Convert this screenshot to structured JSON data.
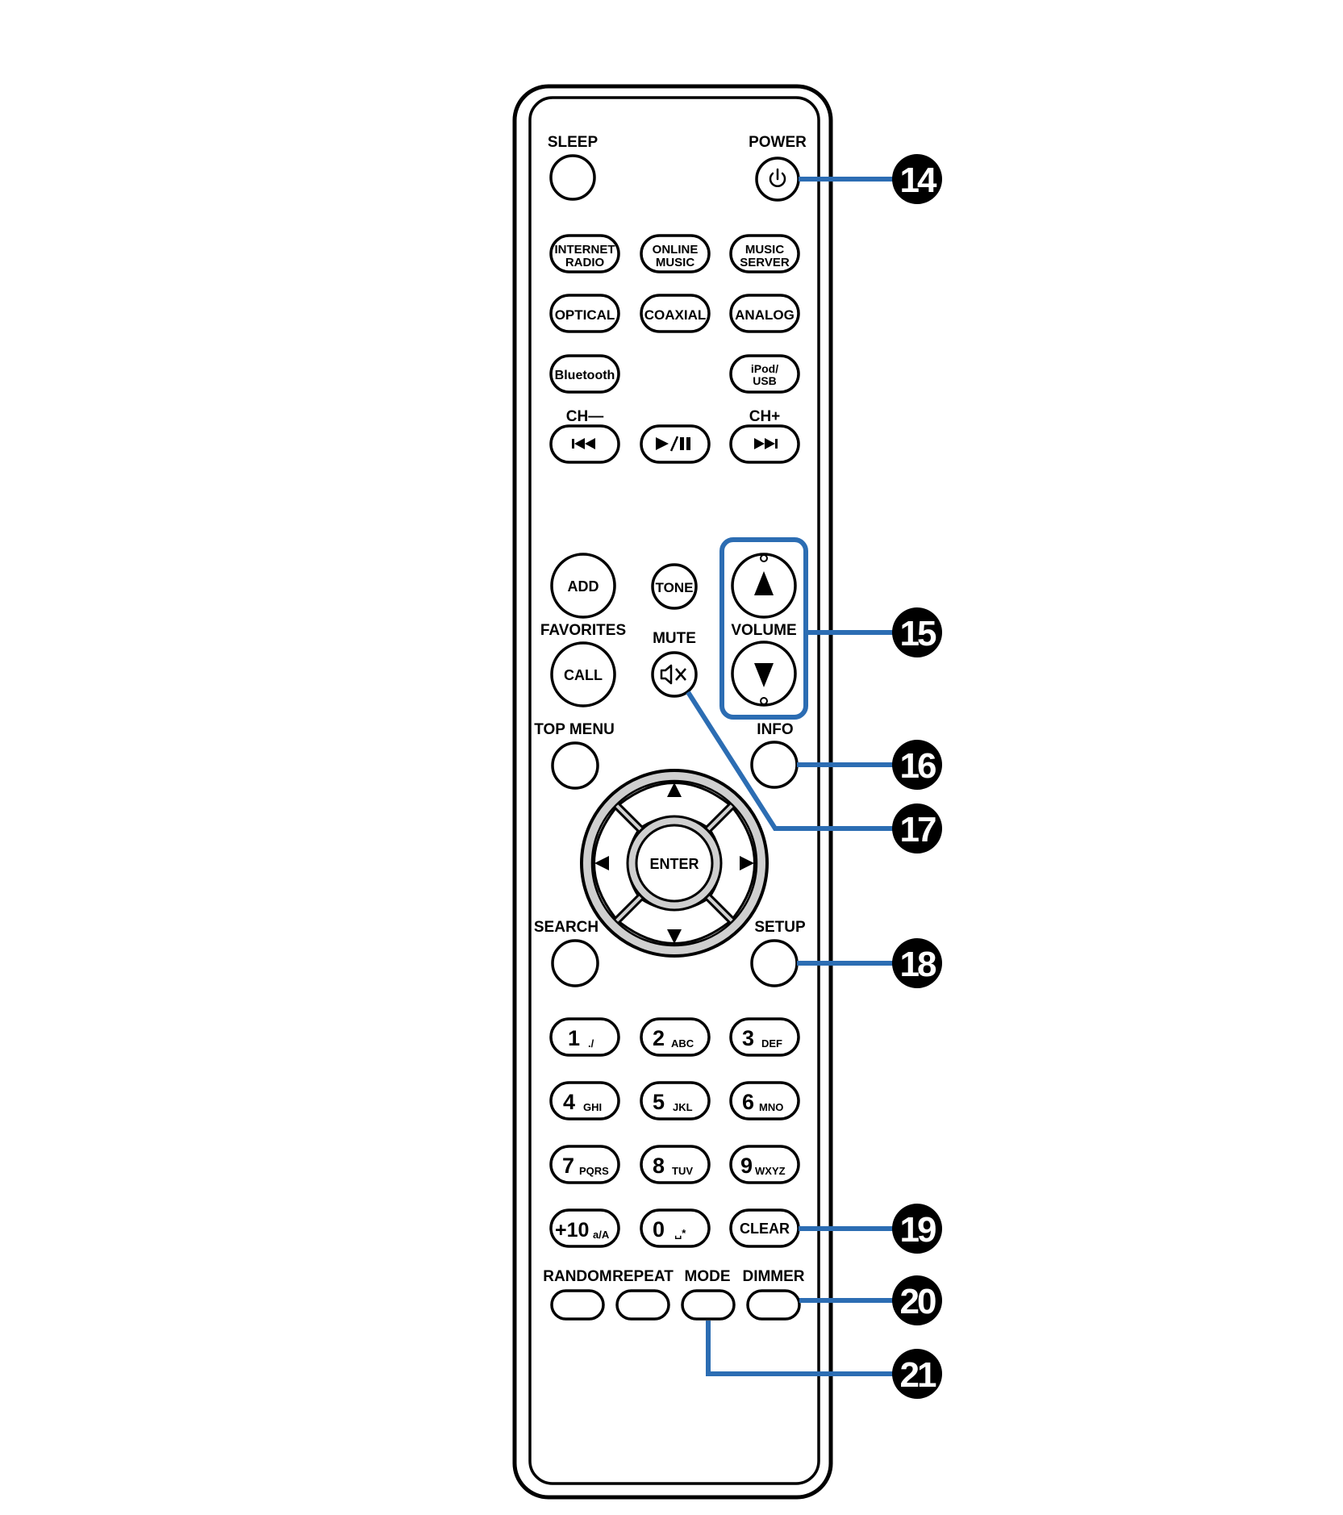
{
  "remote": {
    "top": {
      "sleep": "SLEEP",
      "power": "POWER",
      "power_icon": "power-icon"
    },
    "sources": [
      [
        "INTERNET",
        "RADIO"
      ],
      [
        "ONLINE",
        "MUSIC"
      ],
      [
        "MUSIC",
        "SERVER"
      ],
      [
        "OPTICAL"
      ],
      [
        "COAXIAL"
      ],
      [
        "ANALOG"
      ],
      [
        "Bluetooth"
      ],
      [
        "iPod/",
        "USB"
      ]
    ],
    "transport": {
      "ch_minus": "CH—",
      "ch_plus": "CH+",
      "prev_icon": "skip-previous-icon",
      "play_icon": "play-pause-icon",
      "next_icon": "skip-next-icon"
    },
    "mid": {
      "add": "ADD",
      "tone": "TONE",
      "favorites": "FAVORITES",
      "call": "CALL",
      "mute": "MUTE",
      "mute_icon": "mute-icon",
      "volume": "VOLUME",
      "vol_up_icon": "volume-up-icon",
      "vol_down_icon": "volume-down-icon"
    },
    "nav": {
      "top_menu": "TOP MENU",
      "info": "INFO",
      "enter": "ENTER",
      "search": "SEARCH",
      "setup": "SETUP",
      "cursor_icons": [
        "cursor-up-icon",
        "cursor-down-icon",
        "cursor-left-icon",
        "cursor-right-icon"
      ]
    },
    "numbers": [
      [
        "1",
        "./"
      ],
      [
        "2",
        "ABC"
      ],
      [
        "3",
        "DEF"
      ],
      [
        "4",
        "GHI"
      ],
      [
        "5",
        "JKL"
      ],
      [
        "6",
        "MNO"
      ],
      [
        "7",
        "PQRS"
      ],
      [
        "8",
        "TUV"
      ],
      [
        "9",
        "WXYZ"
      ],
      [
        "+10",
        "a/A"
      ],
      [
        "0",
        "␣*"
      ]
    ],
    "clear": "CLEAR",
    "bottom": [
      "RANDOM",
      "REPEAT",
      "MODE",
      "DIMMER"
    ]
  },
  "callouts": [
    "14",
    "15",
    "16",
    "17",
    "18",
    "19",
    "20",
    "21"
  ],
  "colors": {
    "callout_line": "#2c6db3",
    "callout_badge": "#000000",
    "remote_outline": "#000000",
    "dpad_fill": "#cfcfcf"
  }
}
